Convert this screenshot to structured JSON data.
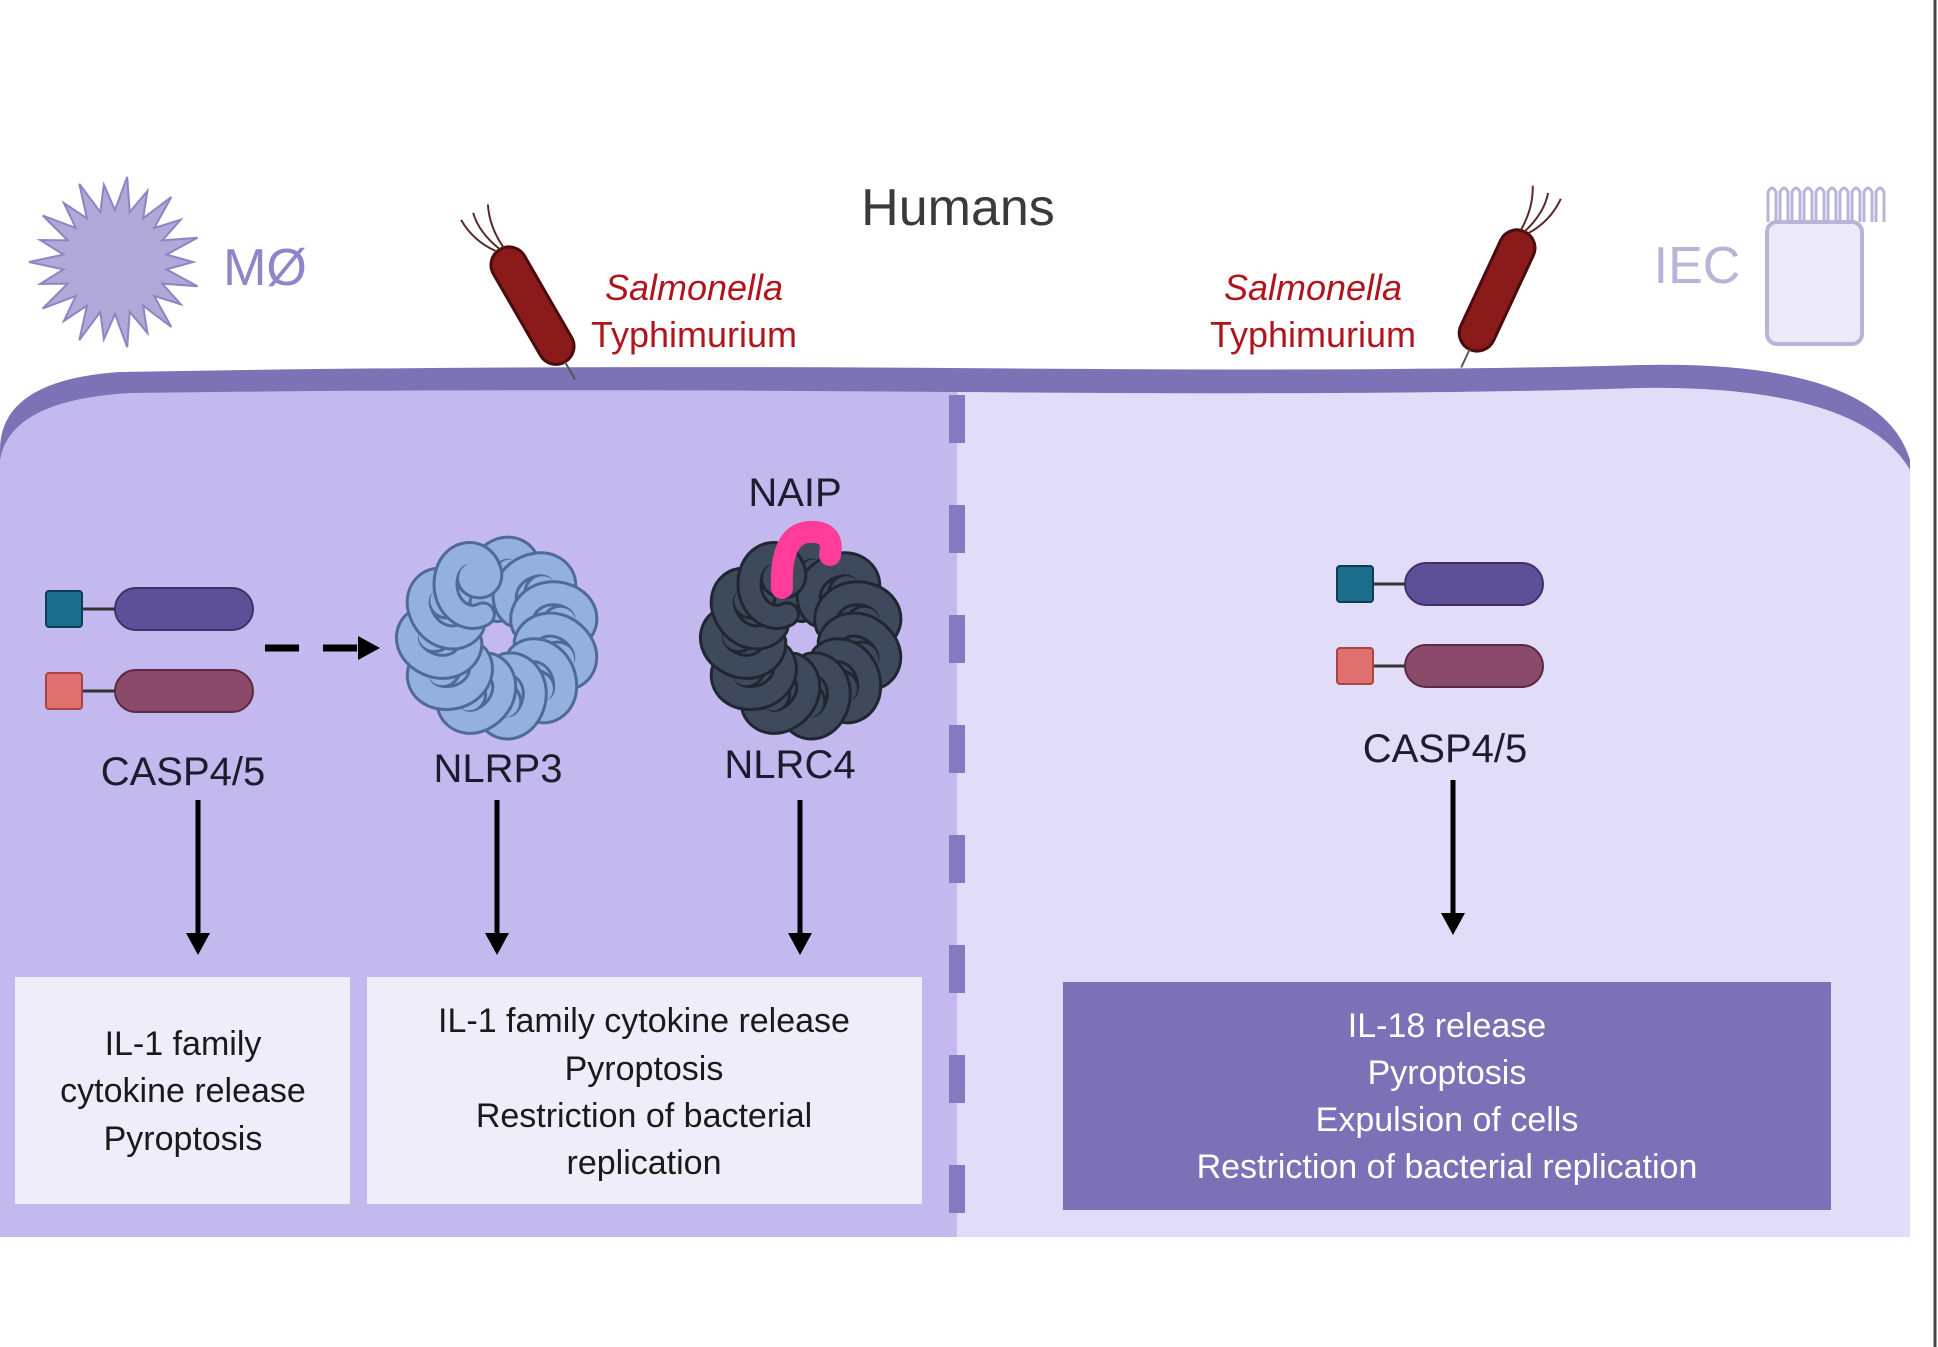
{
  "title": "Humans",
  "macrophage": {
    "label": "MØ"
  },
  "iec": {
    "label": "IEC"
  },
  "bacteria": [
    {
      "genus": "Salmonella",
      "serovar": "Typhimurium"
    },
    {
      "genus": "Salmonella",
      "serovar": "Typhimurium"
    }
  ],
  "left_panel": {
    "casp_label": "CASP4/5",
    "nlrp3_label": "NLRP3",
    "nlrc4_label": "NLRC4",
    "naip_label": "NAIP",
    "box1_lines": [
      "IL-1 family",
      "cytokine release",
      "Pyroptosis"
    ],
    "box2_lines": [
      "IL-1 family cytokine release",
      "Pyroptosis",
      "Restriction of bacterial",
      "replication"
    ]
  },
  "right_panel": {
    "casp_label": "CASP4/5",
    "box_lines": [
      "IL-18 release",
      "Pyroptosis",
      "Expulsion of cells",
      "Restriction of bacterial replication"
    ]
  },
  "colors": {
    "membrane": "#7b73b6",
    "left_cell": "#c3b9ee",
    "right_cell": "#e1dcf7",
    "divider": "#8579c0",
    "right_box": "#7c70b6",
    "light_box": "#f0edfa",
    "casp_body_top": "#5f4f98",
    "casp_body_bottom": "#8b4a6a",
    "casp_head_top": "#1a6e8c",
    "casp_head_bottom": "#e07070",
    "nlrp3": "#94b0df",
    "nlrc4": "#3e4a5c",
    "naip": "#ff3c9a",
    "bacterium": "#8b1a1a",
    "macrophage": "#b0a8d8",
    "iec_text": "#b8b4d8",
    "salmonella_text": "#b0141c"
  },
  "icons": [
    "macrophage-icon",
    "iec-cell-icon",
    "salmonella-bacterium-icon",
    "caspase-icon",
    "inflammasome-ring-icon",
    "arrow-down-icon",
    "dashed-arrow-icon"
  ]
}
